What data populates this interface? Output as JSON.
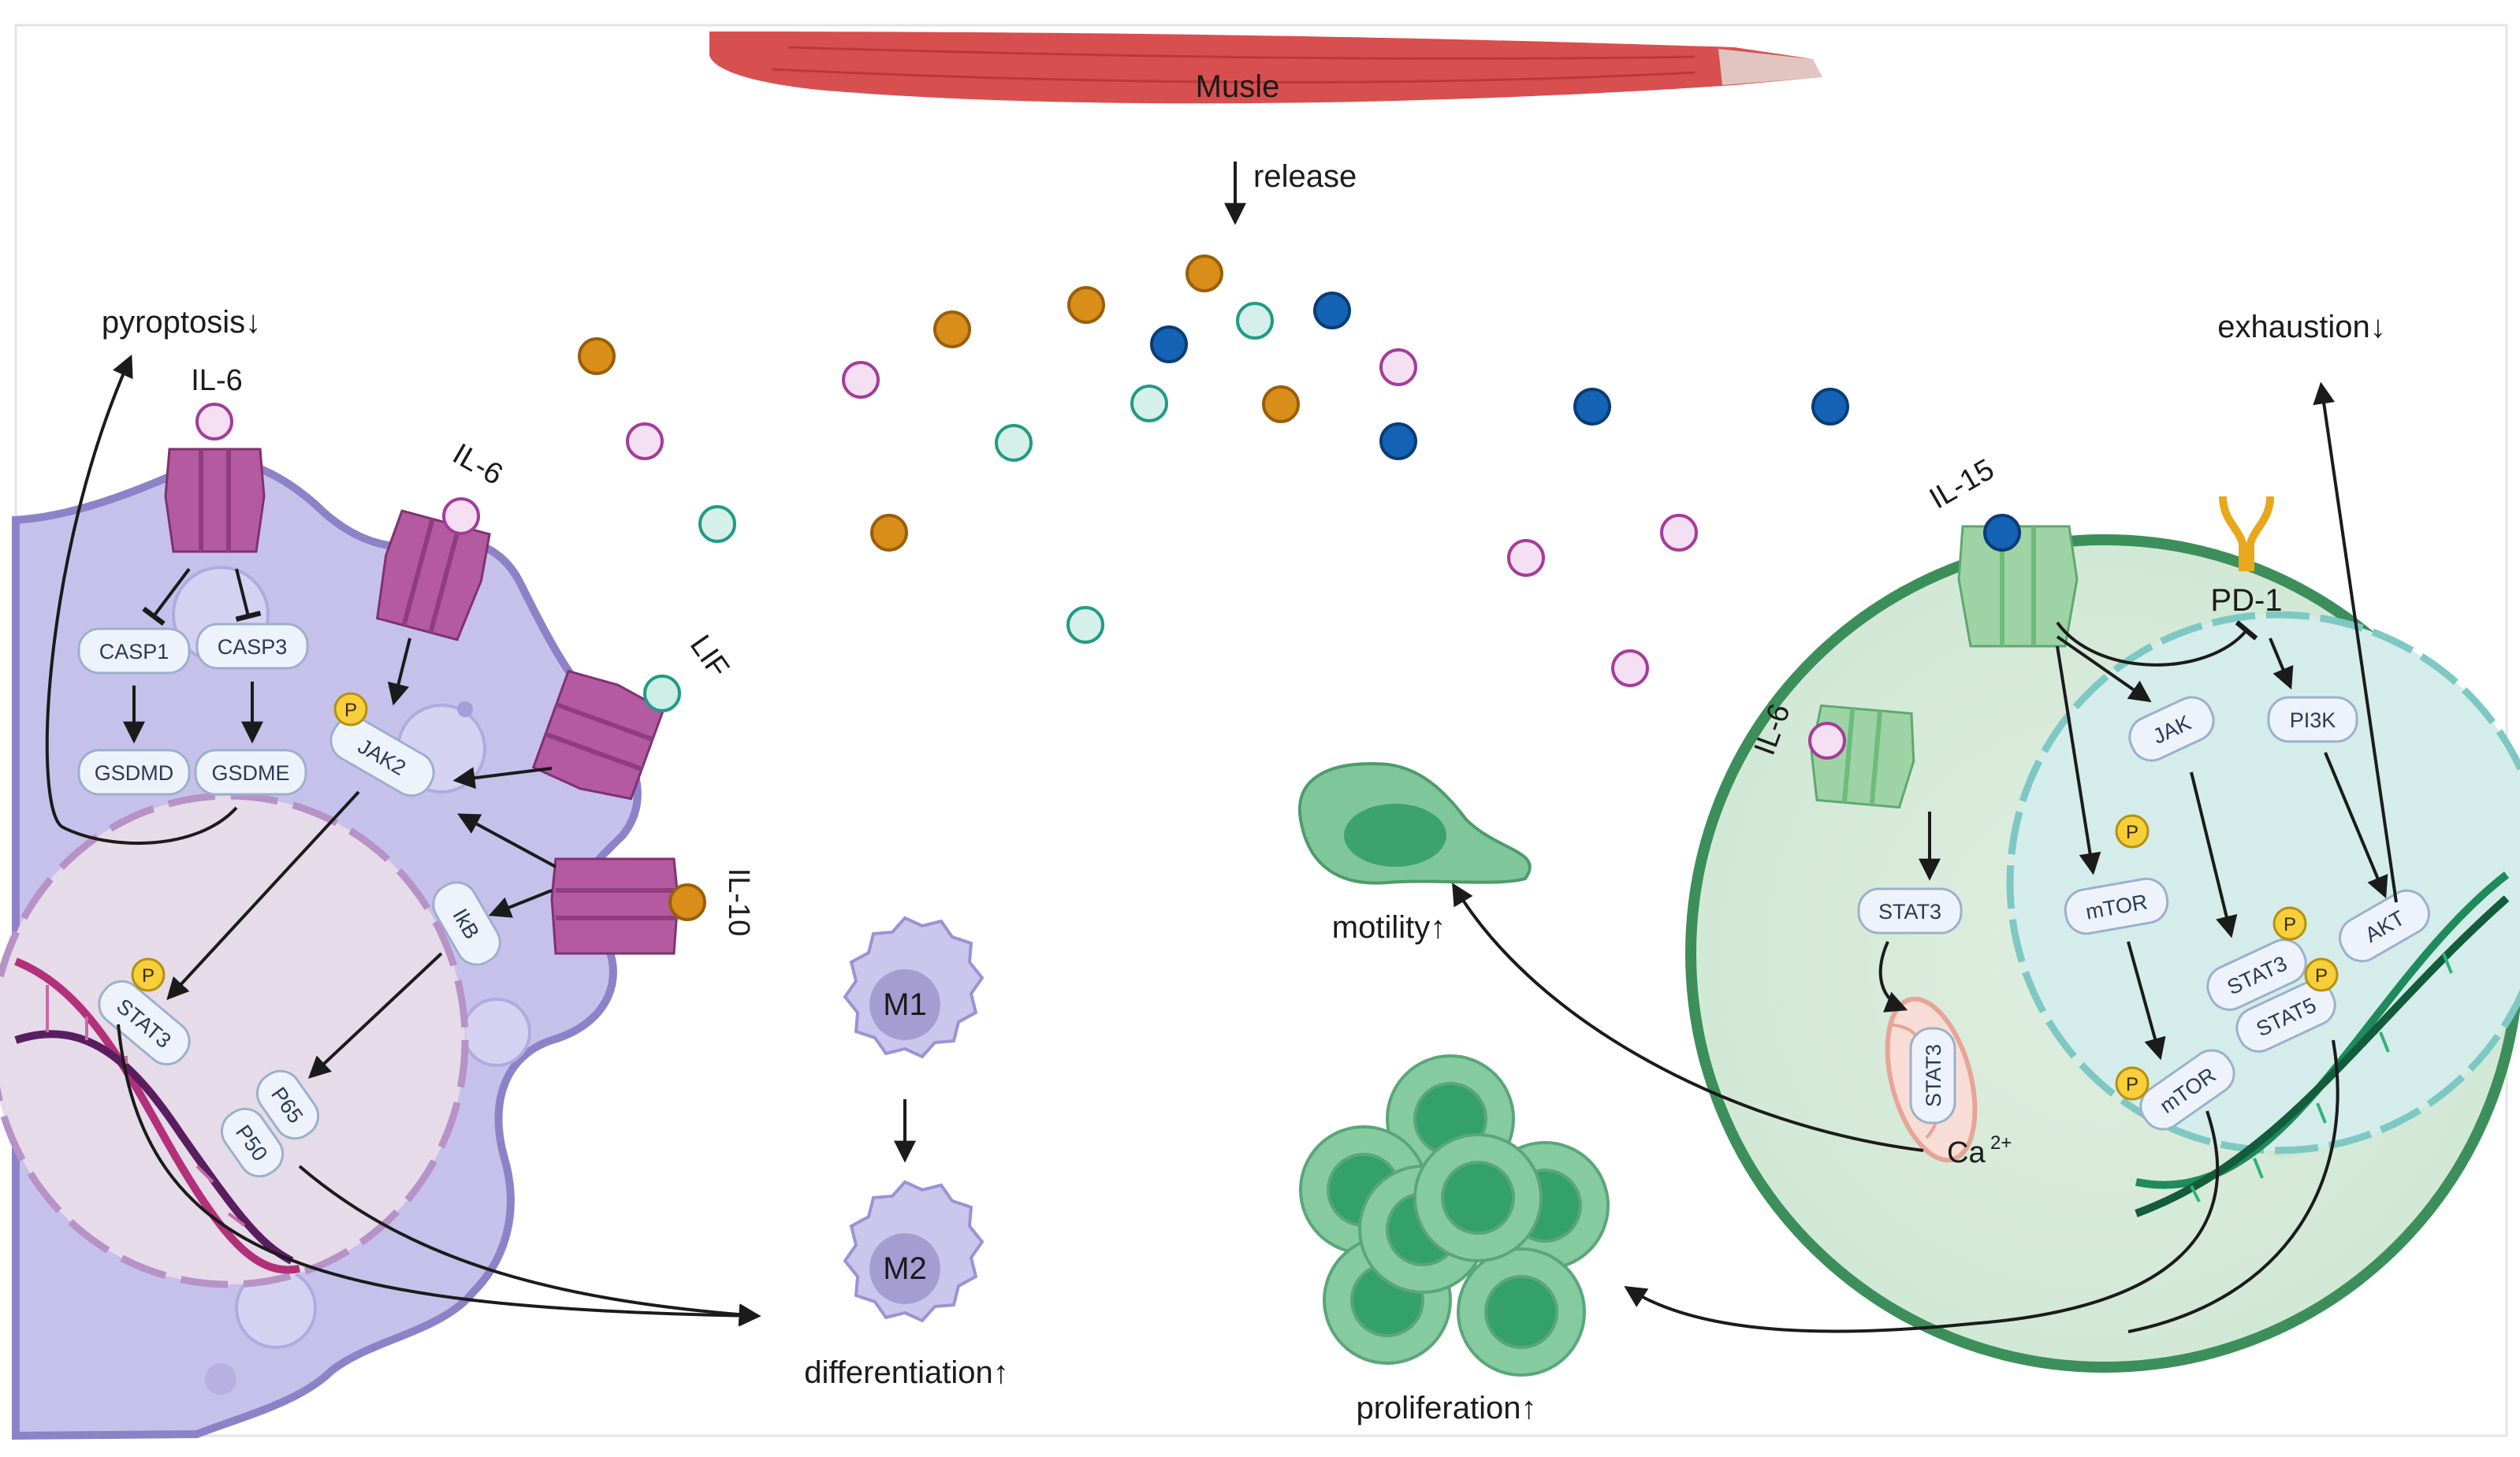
{
  "diagram": {
    "muscle_label": "Musle",
    "release_label": "release",
    "outcomes": {
      "pyroptosis": "pyroptosis↓",
      "exhaustion": "exhaustion↓",
      "motility": "motility↑",
      "proliferation": "proliferation↑",
      "differentiation": "differentiation↑"
    },
    "macrophage": {
      "receptors": {
        "il6_top": "IL-6",
        "il6_side": "IL-6",
        "lif": "LIF",
        "il10": "IL-10"
      },
      "proteins": {
        "casp1": "CASP1",
        "casp3": "CASP3",
        "gsdmd": "GSDMD",
        "gsdme": "GSDME",
        "jak2": "JAK2",
        "ikb": "IkB",
        "stat3": "STAT3",
        "p65": "P65",
        "p50": "P50"
      },
      "phospho": "P",
      "m1": "M1",
      "m2": "M2"
    },
    "t_cell": {
      "receptors": {
        "il15": "IL-15",
        "pd1": "PD-1",
        "il6": "IL-6"
      },
      "proteins": {
        "jak": "JAK",
        "pi3k": "PI3K",
        "stat3_cyto": "STAT3",
        "mtor_cyto": "mTOR",
        "stat3_nuc": "STAT3",
        "stat5": "STAT5",
        "akt": "AKT",
        "mtor_nuc": "mTOR",
        "stat3_mito": "STAT3"
      },
      "calcium": "Ca",
      "calcium_charge": "2+",
      "phospho": "P"
    },
    "colors": {
      "il6_particle": "#f3d4ee",
      "lif_particle": "#cdeee6",
      "il10_particle": "#d88e18",
      "il15_particle": "#1463b4",
      "macrophage_body": "#c6c1ea",
      "tcell_body": "#6bbd86",
      "receptor_purple": "#b45aa0",
      "receptor_green": "#9ed3a6",
      "muscle_red": "#d84f4f"
    }
  }
}
